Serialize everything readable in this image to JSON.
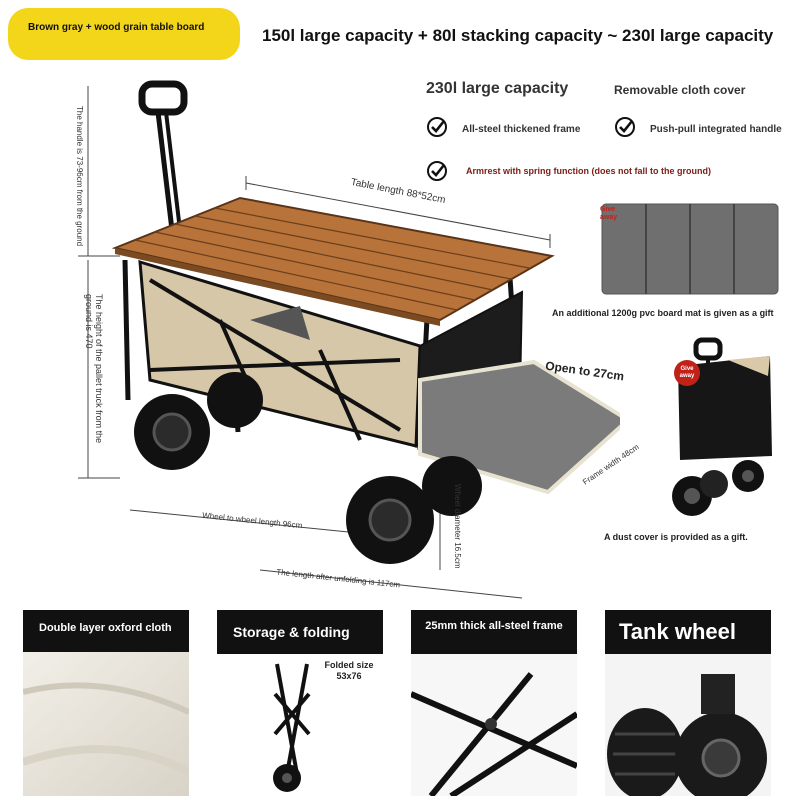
{
  "badge": {
    "text": "Brown gray + wood grain table board"
  },
  "headline": "150l large capacity + 80l stacking capacity ~ 230l large capacity",
  "features": {
    "capacity_title": "230l large capacity",
    "cover_title": "Removable cloth cover",
    "item1": "All-steel thickened frame",
    "item2": "Push-pull integrated handle",
    "item3": "Armrest with spring function (does not fall to the ground)"
  },
  "dimensions": {
    "handle_height": "The handle is 73-96cm from the ground",
    "pallet_height": "The height of the pallet truck from the ground is 470",
    "table_length": "Table length 88*52cm",
    "open_to": "Open to 27cm",
    "frame_width": "Frame width 48cm",
    "wheel_diameter": "Wheel diameter 16.5cm",
    "wheel_to_wheel": "Wheel to wheel length 96cm",
    "unfold_length": "The length after unfolding is 117cm"
  },
  "gifts": {
    "tag": "Give away",
    "mat_caption": "An additional 1200g pvc board mat is given as a gift",
    "dust_caption": "A dust cover is provided as a gift."
  },
  "panels": [
    {
      "title": "Double layer oxford cloth"
    },
    {
      "title": "Storage & folding",
      "folded_note": "Folded size 53x76"
    },
    {
      "title": "25mm thick all-steel frame"
    },
    {
      "title": "Tank wheel"
    }
  ],
  "colors": {
    "badge": "#f3d51a",
    "wood": "#b8733a",
    "canvas": "#d7c7a9",
    "accent_red": "#7a1c14",
    "panel_header": "#111111"
  }
}
